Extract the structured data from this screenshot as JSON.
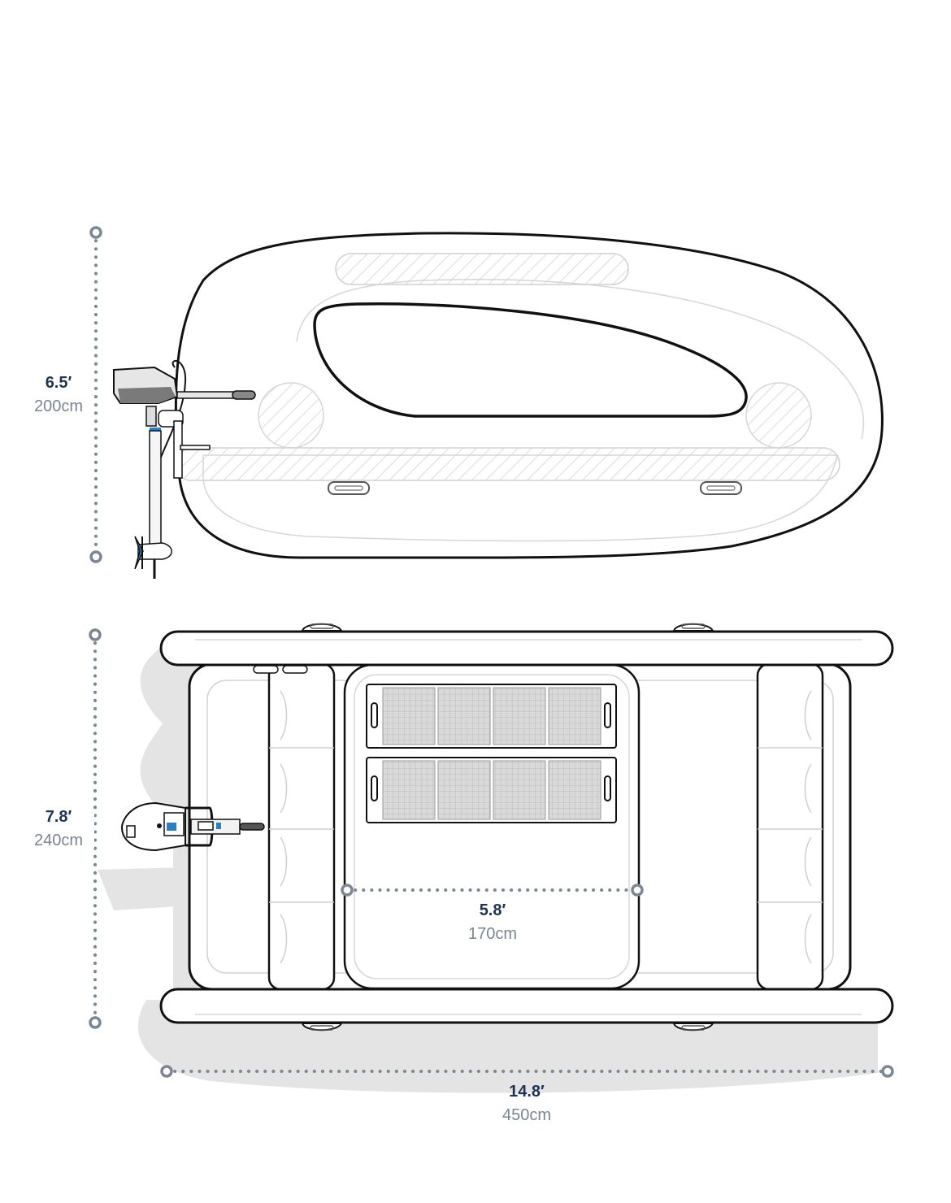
{
  "colors": {
    "outline": "#111111",
    "light_line": "#c9c9c9",
    "hatch": "#cfcfcf",
    "shadow": "#e4e4e4",
    "motor_blue": "#2d7fc1",
    "dim_dots": "#7b8794",
    "label_dark": "#1f3452",
    "label_gray": "#7a8594"
  },
  "side_view": {
    "height": {
      "feet": "6.5′",
      "metric": "200cm"
    }
  },
  "top_view": {
    "width": {
      "feet": "7.8′",
      "metric": "240cm"
    },
    "deck": {
      "feet": "5.8′",
      "metric": "170cm"
    },
    "length": {
      "feet": "14.8′",
      "metric": "450cm"
    },
    "solar_panels": {
      "count": 2,
      "cells_per_panel": 4
    }
  },
  "icons": [
    "outboard-motor-icon",
    "solar-panel-icon",
    "carry-handle-icon"
  ]
}
